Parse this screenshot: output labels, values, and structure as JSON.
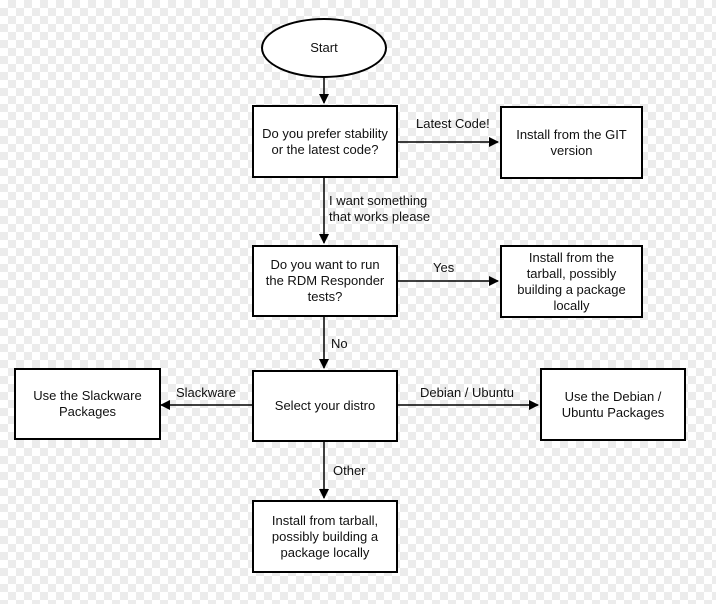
{
  "nodes": {
    "start": "Start",
    "q_stability": "Do you prefer stability or the latest code?",
    "git": "Install from the GIT version",
    "q_rdm": "Do you want to run the RDM Responder tests?",
    "tarball_yes": "Install from the tarball, possibly building a package locally",
    "distro": "Select your distro",
    "slackware": "Use the Slackware Packages",
    "debian": "Use the Debian / Ubuntu Packages",
    "tarball_other": "Install from tarball, possibly building a package locally"
  },
  "edges": {
    "latest": "Latest Code!",
    "works": "I want something that works please",
    "yes": "Yes",
    "no": "No",
    "slackware": "Slackware",
    "debian": "Debian / Ubuntu",
    "other": "Other"
  }
}
